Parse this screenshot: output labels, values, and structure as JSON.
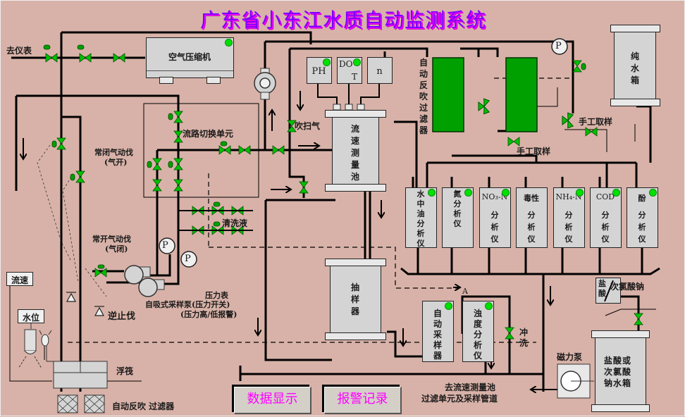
{
  "title": "广东省小东江水质自动监测系统",
  "colors": {
    "background": "#d8b2a8",
    "title": "#7a00ff",
    "filter_green": "#00a000",
    "valve_green": "#00c000",
    "status_led": "#00e000",
    "equipment_gray": "#d4d4d4",
    "button_text": "#ff00ff"
  },
  "labels": {
    "to_instrument": "去仪表",
    "air_compressor": "空气压缩机",
    "flow_switch_unit": "流路切换单元",
    "nc_pneumatic_valve": "常闭气动伐",
    "nc_valve_note": "(气开)",
    "no_pneumatic_valve": "常开气动伐",
    "no_valve_note": "(气闭)",
    "cleaning_liquid": "清洗液",
    "blow_air": "吹扫气",
    "flow_velocity": "流速",
    "water_level": "水位",
    "check_valve": "逆止伐",
    "float_valve": "浮筏",
    "auto_backflush_filter_bottom": "自动反吹 过滤器",
    "pressure_gauge": "压力表",
    "self_priming_pump": "自吸式采样泵(压力开关)",
    "pressure_alarm": "(压力高/低报警)",
    "auto_backflush_filter_vertical": "自动反吹过滤器",
    "manual_sampling_1": "手工取样",
    "manual_sampling_2": "手工取样",
    "pure_water_tank": "纯水箱",
    "flow_measure_cell": "流速测量池",
    "sampler": "抽样器",
    "auto_sampler": "自动采样器",
    "turbidity_analyzer": "浊度分析仪",
    "flush": "冲洗",
    "point_a": "A",
    "hcl": "盐酸",
    "sodium_hypochlorite": "次氯酸钠",
    "magnetic_pump": "磁力泵",
    "acid_tank": "盐酸或次氯酸钠水箱",
    "return_note_1": "去流速测量池",
    "return_note_2": "过滤单元及采样管道",
    "pressure_p": "P"
  },
  "sensors": [
    {
      "name": "ph",
      "label": "PH",
      "status": "on"
    },
    {
      "name": "do-t",
      "label_top": "DO",
      "label_bottom": "T",
      "status": "on"
    },
    {
      "name": "n",
      "label": "n",
      "status": "off"
    }
  ],
  "analyzers": [
    {
      "name": "oil-in-water",
      "head": "",
      "body": "水中油分析仪",
      "status": "on"
    },
    {
      "name": "nitrogen",
      "head": "",
      "body": "氮分析仪",
      "status": "on"
    },
    {
      "name": "no3-n",
      "head": "NO₃-N",
      "body": "分析仪",
      "status": "on"
    },
    {
      "name": "toxicity",
      "head": "毒性",
      "body": "分析仪",
      "status": "off"
    },
    {
      "name": "nh4-n",
      "head": "NH₄-N",
      "body": "分析仪",
      "status": "on"
    },
    {
      "name": "cod",
      "head": "COD",
      "body": "分析仪",
      "status": "on"
    },
    {
      "name": "phenol",
      "head": "酚",
      "body": "分析仪",
      "status": "on"
    }
  ],
  "buttons": {
    "data_display": "数据显示",
    "alarm_log": "报警记录"
  }
}
